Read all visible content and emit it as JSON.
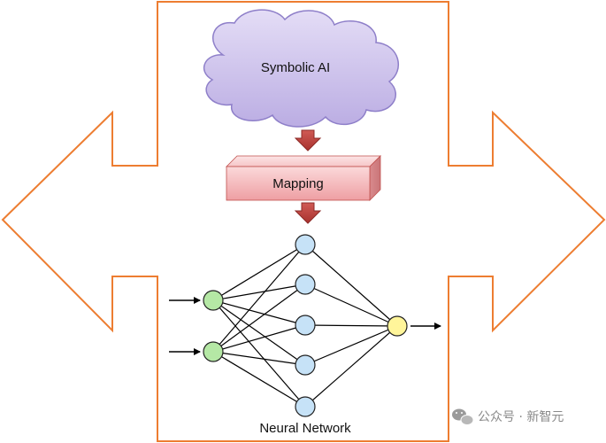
{
  "diagram": {
    "cloud_label": "Symbolic AI",
    "mapping_label": "Mapping",
    "network_label": "Neural Network",
    "colors": {
      "outline_orange": "#ED7D31",
      "cloud_fill": "#C9BEEA",
      "cloud_stroke": "#8E7FC9",
      "mapping_fill": "#F4B6B9",
      "mapping_stroke": "#C0504D",
      "down_arrow": "#C0504D",
      "input_node": "#B5E8A5",
      "hidden_node": "#C6E2F7",
      "output_node": "#FFF59A",
      "edges": "#000000"
    },
    "icons": {
      "left_arrow": "left-chevron-arrow",
      "right_arrow": "right-chevron-arrow",
      "down_arrows": "down-block-arrow"
    }
  },
  "watermark": {
    "text": "公众号 · 新智元",
    "icon": "wechat-icon"
  }
}
